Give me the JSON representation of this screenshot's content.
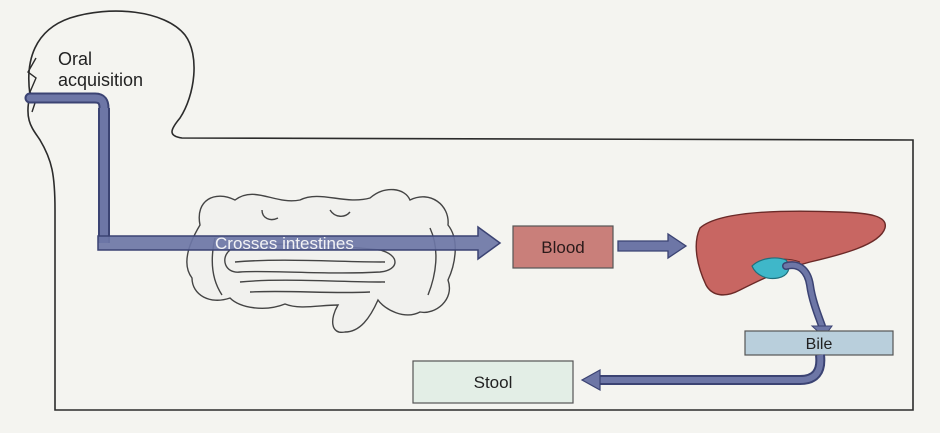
{
  "labels": {
    "oral": [
      "Oral",
      "acquisition"
    ],
    "intestines": "Crosses intestines",
    "blood": "Blood",
    "bile": "Bile",
    "stool": "Stool"
  },
  "colors": {
    "background": "#f4f4f0",
    "outline": "#2b2b2b",
    "arrow_fill": "#6d76a6",
    "arrow_stroke": "#3b4373",
    "blood_box": "#c97f7a",
    "bile_box": "#b9cfdc",
    "stool_box": "#e3eee6",
    "liver": "#c86662",
    "gallbladder": "#3fb7c9"
  }
}
